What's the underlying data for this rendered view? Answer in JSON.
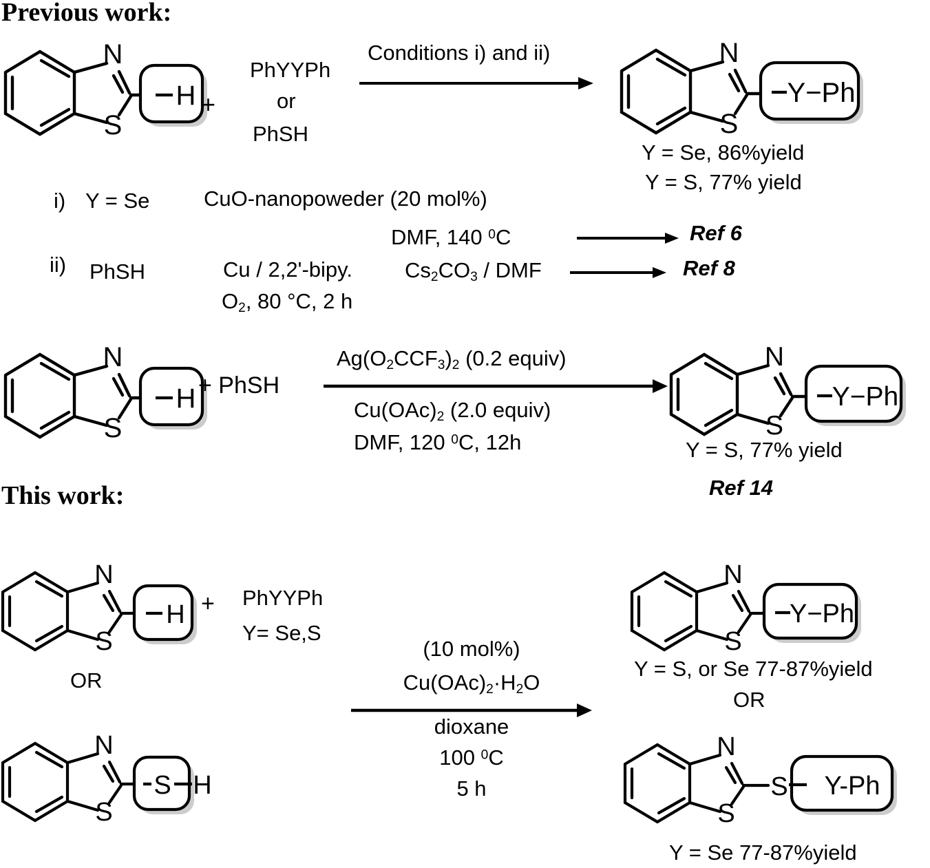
{
  "headings": {
    "previous": "Previous work:",
    "this": "This work:"
  },
  "scheme1": {
    "reactant_box_label": "H",
    "plus": "+",
    "reagent_line1": "PhYYPh",
    "reagent_line2": "or",
    "reagent_line3": "PhSH",
    "arrow_label": "Conditions i) and ii)",
    "product_box_label": "Y−Ph",
    "yield_line1": "Y = Se, 86%yield",
    "yield_line2": "Y = S, 77% yield"
  },
  "conditions": {
    "i_marker": "i)",
    "i_y": "Y = Se",
    "i_reagent": "CuO-nanopoweder (20 mol%)",
    "i_solvent_pre": "DMF, 140 ",
    "i_solvent_sup": "0",
    "i_solvent_post": "C",
    "i_ref": "Ref 6",
    "ii_marker": "ii)",
    "ii_substrate": "PhSH",
    "ii_reagent": "Cu / 2,2'-bipy.",
    "ii_base_pre": "Cs",
    "ii_base_sub1": "2",
    "ii_base_mid": "CO",
    "ii_base_sub2": "3",
    "ii_base_post": " / DMF",
    "ii_cond_pre": "O",
    "ii_cond_sub": "2",
    "ii_cond_post": ", 80 °C, 2 h",
    "ii_ref": "Ref 8"
  },
  "scheme2": {
    "reactant_box_label": "H",
    "plus_reagent": "+  PhSH",
    "above_pre": "Ag(O",
    "above_sub1": "2",
    "above_mid": "CCF",
    "above_sub2": "3",
    "above_mid2": ")",
    "above_sub3": "2",
    "above_post": " (0.2 equiv)",
    "below1_pre": "Cu(OAc)",
    "below1_sub": "2",
    "below1_post": " (2.0 equiv)",
    "below2_pre": "DMF, 120 ",
    "below2_sup": "0",
    "below2_post": "C, 12h",
    "product_box_label": "Y−Ph",
    "yield_line": "Y = S, 77% yield",
    "ref": "Ref 14"
  },
  "scheme3": {
    "reactant_box_label": "H",
    "plus": "+",
    "reagent_line1": "PhYYPh",
    "reagent_line2": "Y= Se,S",
    "or_left": "OR",
    "thiol_box_label": "S",
    "thiol_h": "H",
    "cond_line1": "(10 mol%)",
    "cond_line2_pre": "Cu(OAc)",
    "cond_line2_sub": "2",
    "cond_line2_mid": "·H",
    "cond_line2_sub2": "2",
    "cond_line2_post": "O",
    "cond_line3": "dioxane",
    "cond_line4_pre": "100 ",
    "cond_line4_sup": "0",
    "cond_line4_post": "C",
    "cond_line5": "5 h",
    "product1_box_label": "Y−Ph",
    "product1_yield": "Y = S, or Se 77-87%yield",
    "or_right": "OR",
    "product2_s": "S",
    "product2_box_label": "Y-Ph",
    "product2_yield": "Y = Se 77-87%yield"
  },
  "colors": {
    "ink": "#000000",
    "shadow": "#cccccc",
    "background": "#ffffff"
  }
}
